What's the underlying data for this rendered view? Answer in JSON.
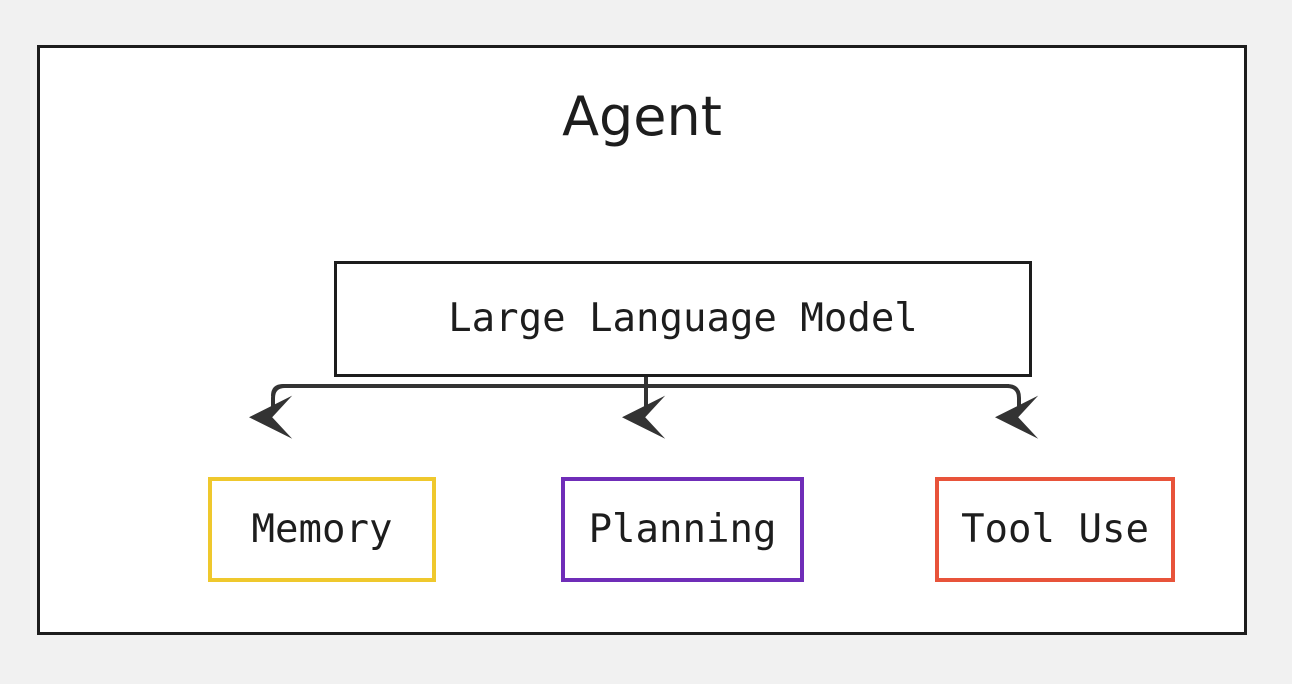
{
  "diagram": {
    "title": "Agent",
    "root": {
      "label": "Large Language Model"
    },
    "children": [
      {
        "label": "Memory",
        "color": "#EFC82D"
      },
      {
        "label": "Planning",
        "color": "#6F2DB8"
      },
      {
        "label": "Tool Use",
        "color": "#E8533A"
      }
    ],
    "colors": {
      "background": "#F1F1F1",
      "frame_border": "#1D1D1D",
      "box_fill": "#FFFFFF",
      "text": "#1D1D1D",
      "connector": "#333333"
    },
    "connector_style": "elbow-with-arrowheads"
  }
}
